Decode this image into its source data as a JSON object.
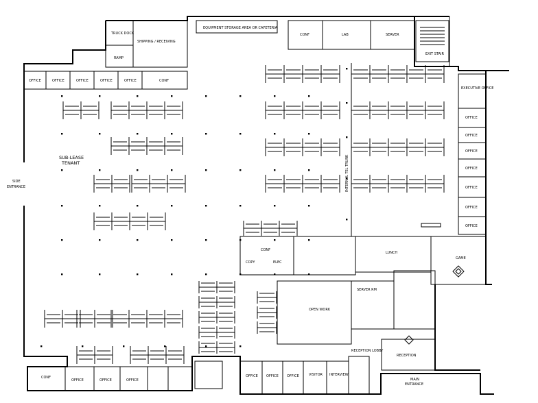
{
  "labels": {
    "truck_dock": "TRUCK DOCK",
    "ramp": "RAMP",
    "shipping_receiving": "SHIPPING / RECEIVING",
    "equipment_storage": "EQUIPMENT STORAGE AREA OR CAFETERIA",
    "conf_top": "CONF",
    "lab": "LAB",
    "server": "SERVER",
    "exit_stair": "EXIT STAIR",
    "office": "OFFICE",
    "conf_left": "CONF",
    "sublease_line1": "SUB-LEASE",
    "sublease_line2": "TENANT",
    "side_entrance_line1": "SIDE",
    "side_entrance_line2": "ENTRANCE",
    "executive_office": "EXECUTIVE OFFICE",
    "conf_mid": "CONF",
    "copy": "COPY",
    "elec": "ELEC",
    "lunch": "LUNCH",
    "server_room": "SERVER RM",
    "open_work": "OPEN WORK",
    "reception": "RECEPTION",
    "main_entrance_line1": "MAIN",
    "main_entrance_line2": "ENTRANCE",
    "visitor": "VISITOR",
    "interview": "INTERVIEW",
    "reception_lobby": "RECEPTION LOBBY",
    "conf_bottom_left": "CONF",
    "corridor_note": "INTERNAL TEL TRUNK",
    "game_room": "GAME"
  }
}
